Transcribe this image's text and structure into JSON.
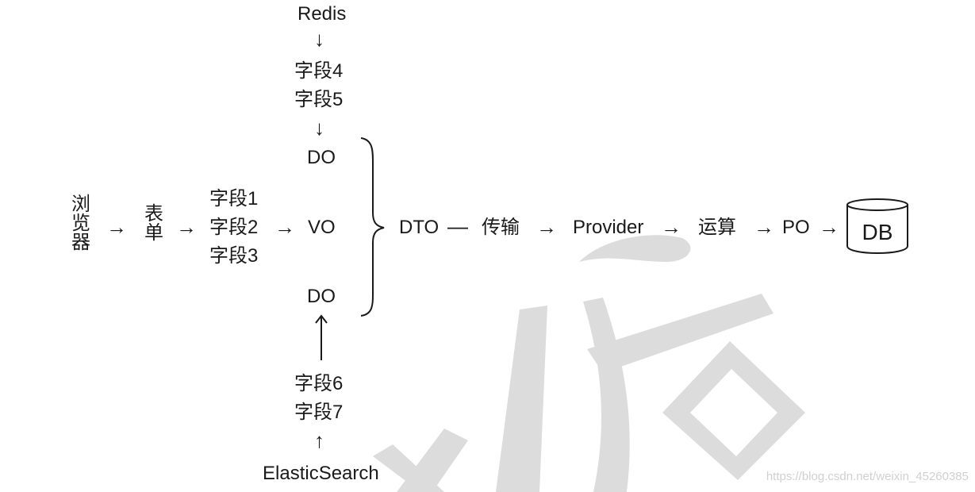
{
  "top_source": "Redis",
  "bottom_source": "ElasticSearch",
  "browser_chars": [
    "浏",
    "览",
    "器"
  ],
  "form_chars": [
    "表",
    "单"
  ],
  "redis_fields": [
    "字段4",
    "字段5"
  ],
  "es_fields": [
    "字段6",
    "字段7"
  ],
  "form_fields": [
    "字段1",
    "字段2",
    "字段3"
  ],
  "do_top": "DO",
  "do_bottom": "DO",
  "vo": "VO",
  "dto": "DTO",
  "dash": "—",
  "transfer": "传输",
  "provider": "Provider",
  "compute": "运算",
  "po": "PO",
  "db": "DB",
  "arrow_right": "→",
  "arrow_down": "↓",
  "arrow_up": "↑",
  "watermark_url": "https://blog.csdn.net/weixin_45260385"
}
